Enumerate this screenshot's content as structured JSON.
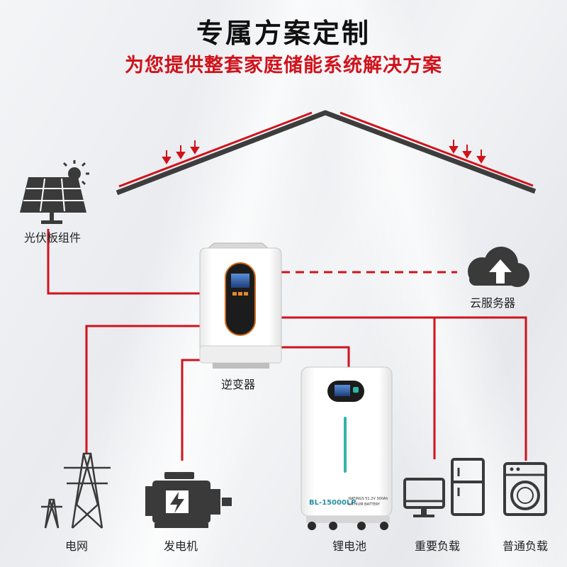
{
  "header": {
    "title": "专属方案定制",
    "subtitle": "为您提供整套家庭储能系统解决方案"
  },
  "components": {
    "solar_panel": "光伏板组件",
    "inverter": "逆变器",
    "cloud_server": "云服务器",
    "grid": "电网",
    "generator": "发电机",
    "lithium_battery": "锂电池",
    "important_load": "重要负载",
    "normal_load": "普通负载"
  },
  "battery": {
    "model": "BL-15000LP",
    "plate_line1": "RATINGS 51.2V 300Ah",
    "plate_line2": "LITHIUM BATTERY"
  },
  "colors": {
    "wire": "#d0121b",
    "title": "#111111",
    "subtitle": "#d0121b",
    "icon": "#3a3a3a"
  }
}
